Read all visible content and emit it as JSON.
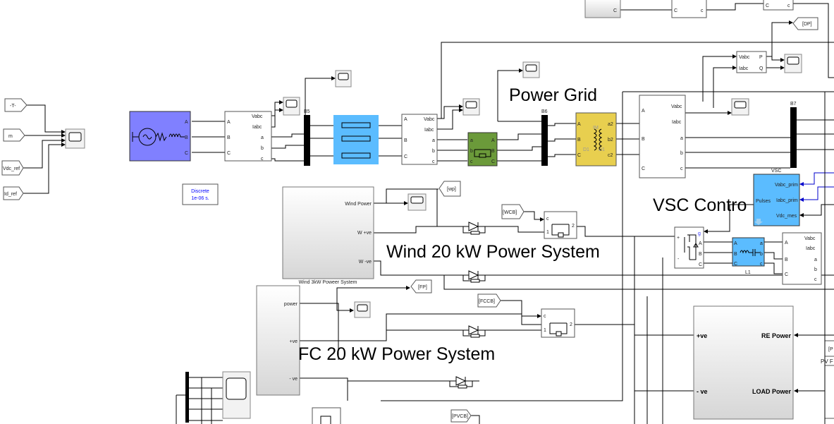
{
  "colors": {
    "source": "#8080ff",
    "line_block": "#5bbcff",
    "breaker": "#6b9a3a",
    "transformer": "#e8cf4f",
    "vsc": "#5bbcff",
    "discrete_text": "#0000ff"
  },
  "goto_tags": {
    "t": "-T-",
    "m": "m",
    "vdc_ref": "Vdc_ref",
    "id_ref": "Id_ref",
    "dp": "[DP]",
    "wp": "[wp]",
    "wcb": "[WCB]",
    "fp": "[FP]",
    "fccb": "[FCCB]",
    "pvcb": "[PVCB]",
    "pv_partial": "[P"
  },
  "powergui": {
    "line1": "Discrete",
    "line2": "1e-06 s."
  },
  "ports": {
    "A": "A",
    "B": "B",
    "C": "C",
    "a": "a",
    "b": "b",
    "c": "c",
    "Vabc": "Vabc",
    "Iabc": "Iabc",
    "a2": "a2",
    "b2": "b2",
    "c2": "c2",
    "P": "P",
    "Q": "Q",
    "plus": "+",
    "minus": "-",
    "g": "g",
    "one": "1",
    "two": "2"
  },
  "buses": {
    "b5": "B5",
    "b6": "B6",
    "b7": "B7"
  },
  "transformer": {
    "im": "IM",
    "d1a": "D1",
    "d1b": "D1"
  },
  "annotations": {
    "power_grid": "Power  Grid",
    "vsc_control": "VSC Contro",
    "wind": "Wind 20 kW Power System",
    "fc": "FC 20 kW Power System"
  },
  "vsc": {
    "title": "VSC",
    "pulses": "Pulses",
    "vabc_prim": "Vabc_prim",
    "iabc_prim": "Iabc_prim",
    "vdc_mes": "Vdc_mes"
  },
  "l1": {
    "label": "L1"
  },
  "wind_subsystem": {
    "label": "Wind 3kW Poweer System",
    "wind_power": "Wind  Power",
    "w_pos": "W +ve",
    "w_neg": "W -ve"
  },
  "fc_subsystem": {
    "power": "power",
    "pos": "+ve",
    "neg": "- ve"
  },
  "battery": {
    "pos": "+ve",
    "neg": "- ve",
    "re_power": "RE Power",
    "load_power": "LOAD Power"
  },
  "pv_label_partial": "PV F"
}
